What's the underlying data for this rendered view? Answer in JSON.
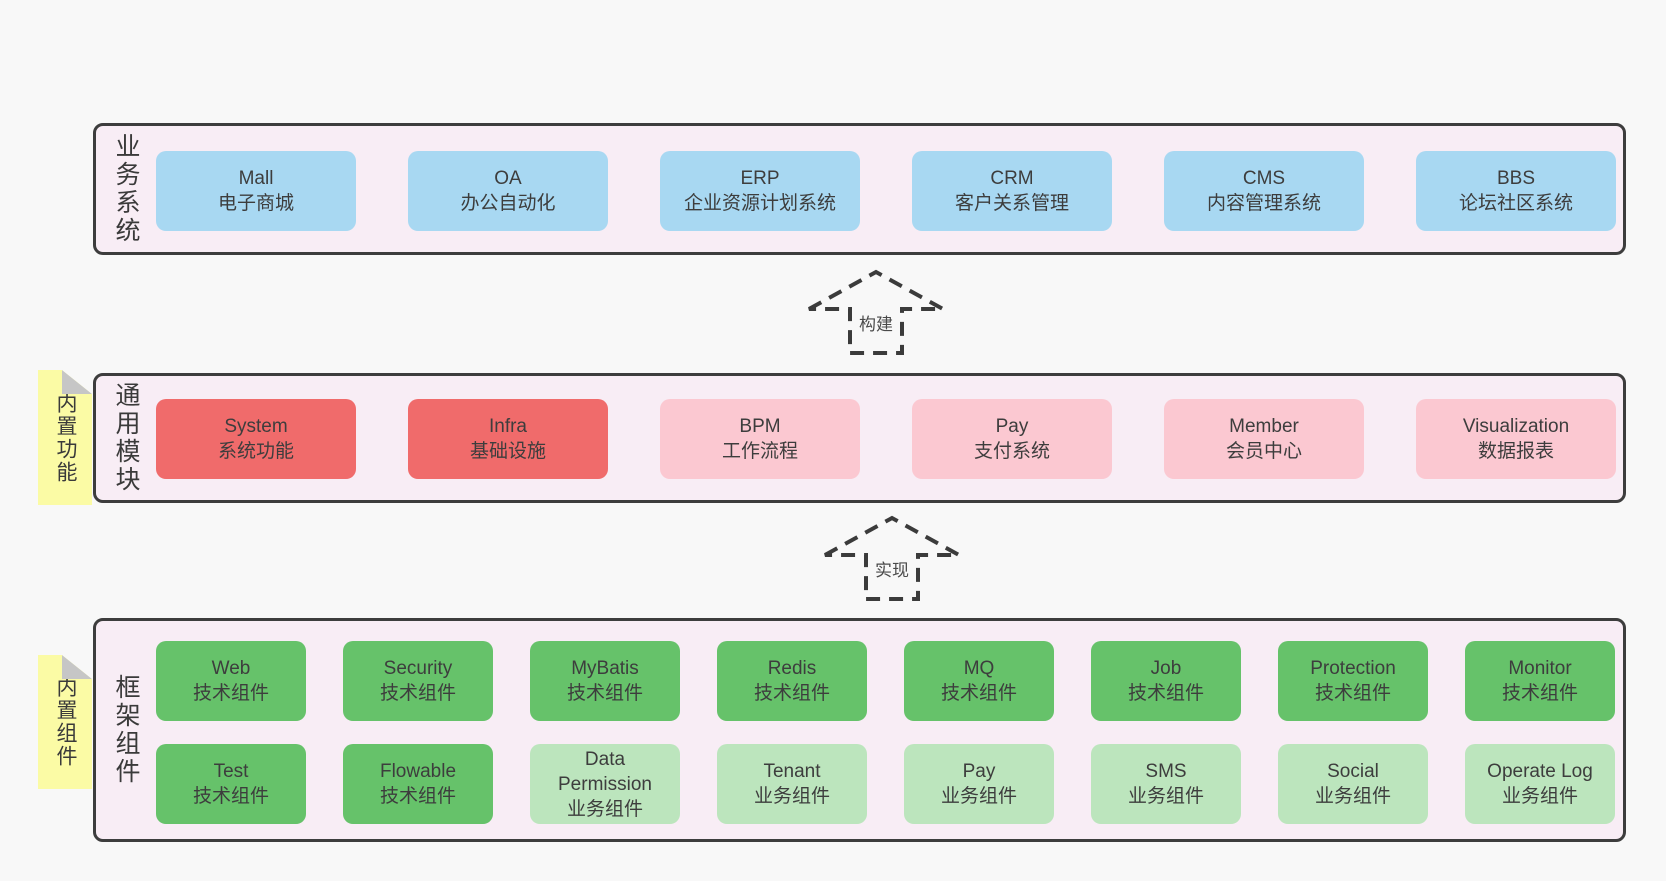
{
  "diagram": {
    "colors": {
      "page_bg": "#f8f8f8",
      "container_bg": "#f8edf5",
      "border": "#3d3d3d",
      "blue": "#a8d8f2",
      "red": "#f06b6b",
      "pink": "#fbc8d1",
      "green": "#66c26a",
      "light_green": "#bce5bd",
      "tag_yellow": "#fbfba5"
    },
    "arrows": [
      {
        "label": "构建"
      },
      {
        "label": "实现"
      }
    ],
    "layers": [
      {
        "key": "business-systems",
        "side_label": "业务系统",
        "rows": [
          [
            {
              "en": "Mall",
              "zh": "电子商城",
              "color": "blue"
            },
            {
              "en": "OA",
              "zh": "办公自动化",
              "color": "blue"
            },
            {
              "en": "ERP",
              "zh": "企业资源计划系统",
              "color": "blue"
            },
            {
              "en": "CRM",
              "zh": "客户关系管理",
              "color": "blue"
            },
            {
              "en": "CMS",
              "zh": "内容管理系统",
              "color": "blue"
            },
            {
              "en": "BBS",
              "zh": "论坛社区系统",
              "color": "blue"
            }
          ]
        ]
      },
      {
        "key": "common-modules",
        "side_label": "通用模块",
        "tag": "内置功能",
        "rows": [
          [
            {
              "en": "System",
              "zh": "系统功能",
              "color": "red"
            },
            {
              "en": "Infra",
              "zh": "基础设施",
              "color": "red"
            },
            {
              "en": "BPM",
              "zh": "工作流程",
              "color": "pink"
            },
            {
              "en": "Pay",
              "zh": "支付系统",
              "color": "pink"
            },
            {
              "en": "Member",
              "zh": "会员中心",
              "color": "pink"
            },
            {
              "en": "Visualization",
              "zh": "数据报表",
              "color": "pink"
            }
          ]
        ]
      },
      {
        "key": "framework-components",
        "side_label": "框架组件",
        "tag": "内置组件",
        "rows": [
          [
            {
              "en": "Web",
              "zh": "技术组件",
              "color": "green"
            },
            {
              "en": "Security",
              "zh": "技术组件",
              "color": "green"
            },
            {
              "en": "MyBatis",
              "zh": "技术组件",
              "color": "green"
            },
            {
              "en": "Redis",
              "zh": "技术组件",
              "color": "green"
            },
            {
              "en": "MQ",
              "zh": "技术组件",
              "color": "green"
            },
            {
              "en": "Job",
              "zh": "技术组件",
              "color": "green"
            },
            {
              "en": "Protection",
              "zh": "技术组件",
              "color": "green"
            },
            {
              "en": "Monitor",
              "zh": "技术组件",
              "color": "green"
            }
          ],
          [
            {
              "en": "Test",
              "zh": "技术组件",
              "color": "green"
            },
            {
              "en": "Flowable",
              "zh": "技术组件",
              "color": "green"
            },
            {
              "en": "Data Permission",
              "zh": "业务组件",
              "color": "lightgreen"
            },
            {
              "en": "Tenant",
              "zh": "业务组件",
              "color": "lightgreen"
            },
            {
              "en": "Pay",
              "zh": "业务组件",
              "color": "lightgreen"
            },
            {
              "en": "SMS",
              "zh": "业务组件",
              "color": "lightgreen"
            },
            {
              "en": "Social",
              "zh": "业务组件",
              "color": "lightgreen"
            },
            {
              "en": "Operate Log",
              "zh": "业务组件",
              "color": "lightgreen"
            }
          ]
        ]
      }
    ]
  }
}
